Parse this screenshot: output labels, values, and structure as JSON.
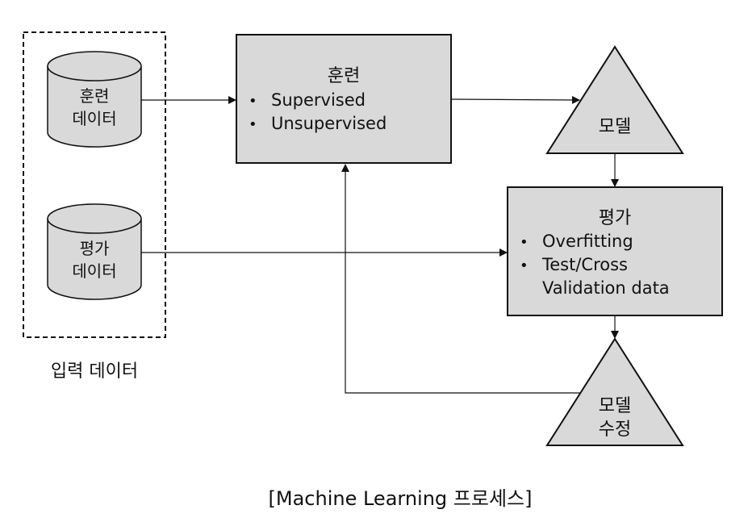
{
  "input_group": {
    "label": "입력 데이터",
    "training_data": {
      "line1": "훈련",
      "line2": "데이터"
    },
    "eval_data": {
      "line1": "평가",
      "line2": "데이터"
    }
  },
  "training_box": {
    "title": "훈련",
    "bullets": [
      "Supervised",
      "Unsupervised"
    ]
  },
  "model_node": {
    "label": "모델"
  },
  "evaluation_box": {
    "title": "평가",
    "bullets": [
      "Overfitting",
      "Test/Cross"
    ],
    "continuation": "Validation data"
  },
  "model_fix_node": {
    "line1": "모델",
    "line2": "수정"
  },
  "caption": "[Machine Learning 프로세스]",
  "colors": {
    "fill": "#d9d9d9",
    "stroke": "#111111",
    "background": "#ffffff"
  }
}
